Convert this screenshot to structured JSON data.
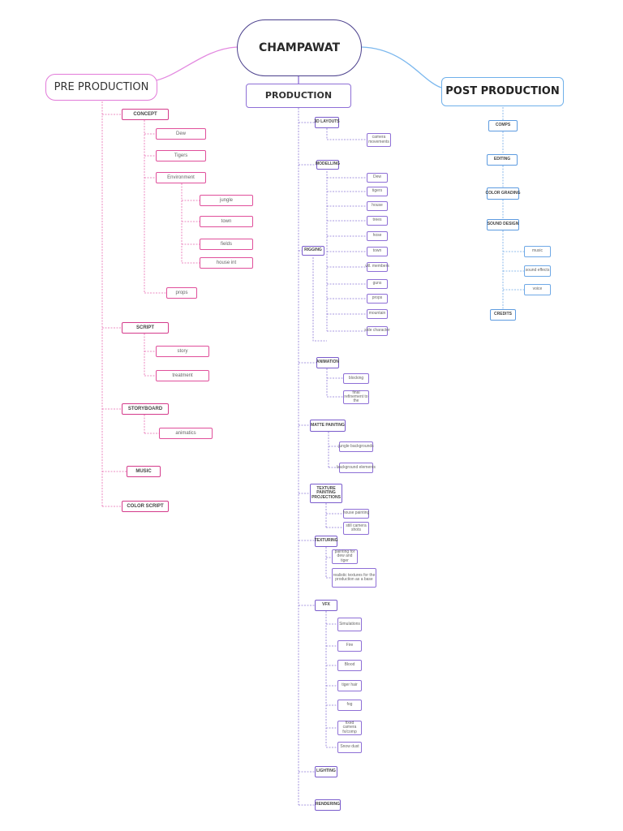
{
  "root": "CHAMPAWAT",
  "pre": {
    "heading": "PRE PRODUCTION",
    "concept": {
      "label": "CONCEPT",
      "dew": "Dew",
      "tiger": "Tigers",
      "environment": "Environment",
      "jungle": "jungle",
      "town": "town",
      "fields": "fields",
      "house": "house int",
      "props": "props"
    },
    "script": {
      "label": "SCRIPT",
      "story": "story",
      "treatment": "treatment"
    },
    "storyboard": {
      "label": "STORYBOARD",
      "animatics": "animatics"
    },
    "music": "MUSIC",
    "color_script": "COLOR SCRIPT"
  },
  "prod": {
    "heading": "PRODUCTION",
    "layouts": {
      "label": "3D LAYOUTS",
      "camera": "camera movements"
    },
    "modelling": {
      "label": "MODELLING",
      "items": [
        "Dew",
        "tigers",
        "house",
        "trees",
        "hose",
        "town",
        "vill. members",
        "guns",
        "props",
        "mountain",
        "side character"
      ]
    },
    "rigging": "RIGGING",
    "animation": {
      "label": "ANIMATION",
      "blocking": "blocking",
      "final": "final refinement to the"
    },
    "matte": {
      "label": "MATTE PAINTING",
      "jungle": "jungle backgrounds",
      "bg_elements": "background elements"
    },
    "texture_proj": {
      "label": "TEXTURE PAINTING PROJECTIONS",
      "house": "house painting",
      "stills": "still camera shots"
    },
    "texturing": {
      "label": "TEXTURING",
      "painting": "painting for dew and tiger",
      "realistic": "realistic textures for the production as a base"
    },
    "vfx": {
      "label": "VFX",
      "items": [
        "Simulations",
        "Fire",
        "Blood",
        "tiger hair",
        "fog",
        "fixed camera fx/comp",
        "Snow dust"
      ]
    },
    "lighting": "LIGHTING",
    "rendering": "RENDERING"
  },
  "post": {
    "heading": "POST PRODUCTION",
    "comps": "COMPS",
    "editing": "EDITING",
    "color_grading": "COLOR GRADING",
    "sound_design": "SOUND DESIGN",
    "music": "music",
    "sfx": "sound effects",
    "voice": "voice",
    "credits": "CREDITS"
  }
}
